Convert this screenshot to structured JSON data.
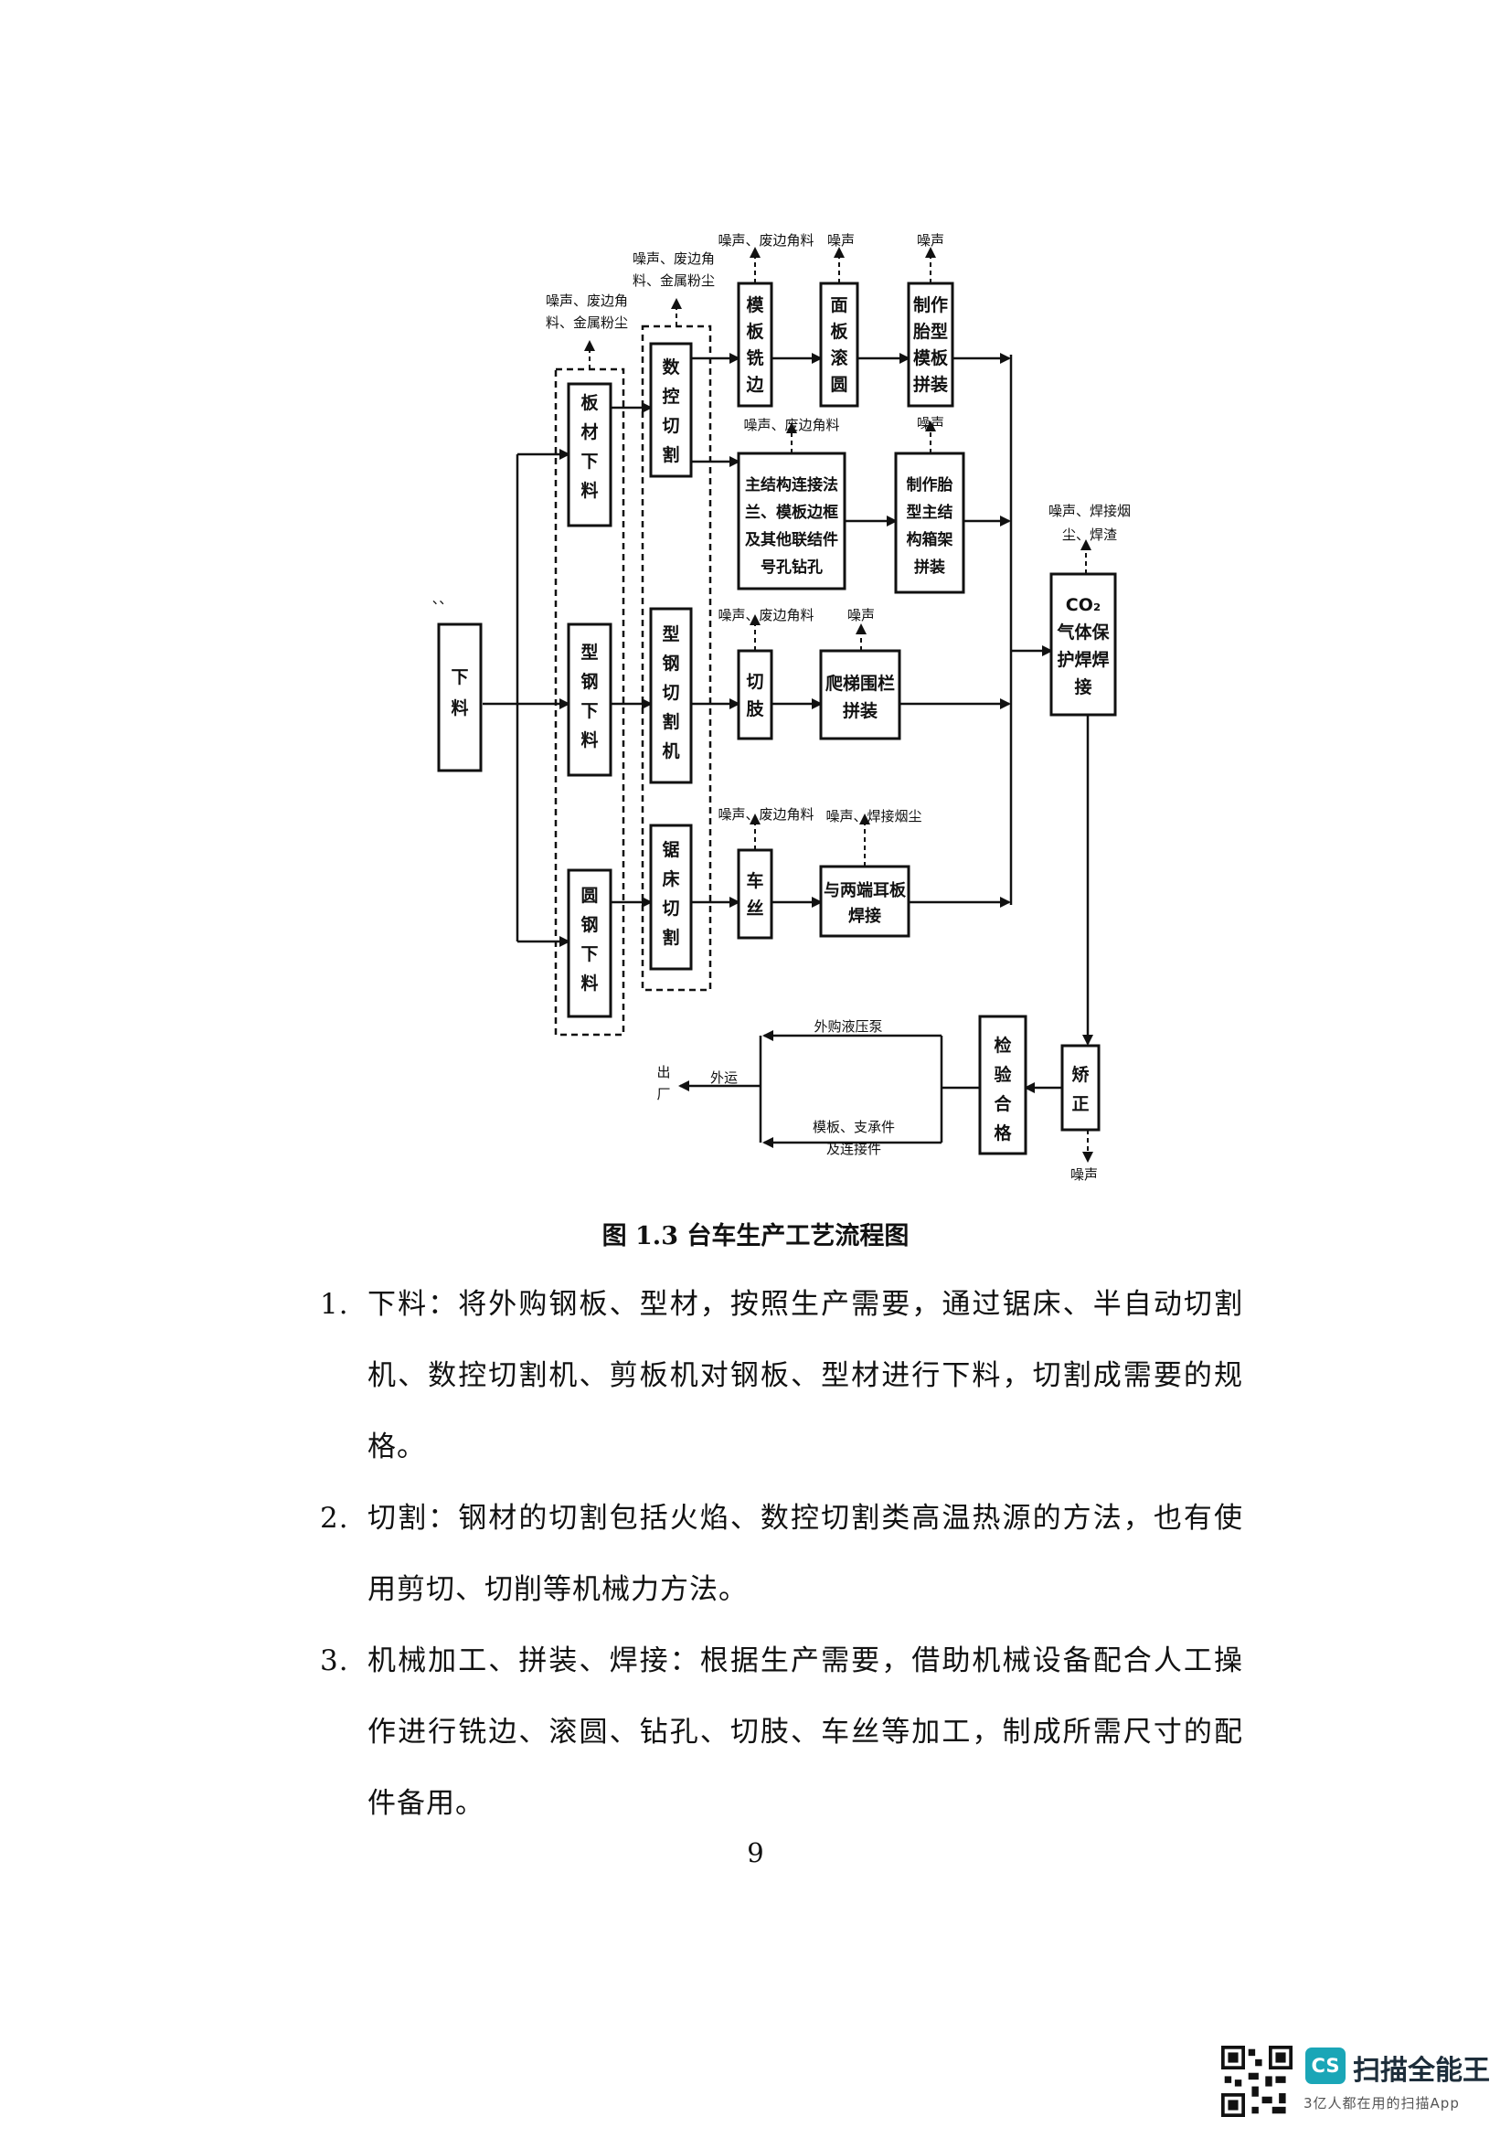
{
  "flowchart": {
    "nodes": {
      "xialiao": "下料",
      "bancai": "板材下料",
      "xinggang": "型钢下料",
      "yuangang": "圆钢下料",
      "shukong": "数控切割",
      "xgqg": "型钢切割机",
      "juchuang": "锯床切割",
      "hengban": "模板铣边",
      "mianban": "面板滚圆",
      "taixing": "制作胎型模板拼装",
      "zhujiegou": "主结构连接法兰、模板边框及其他联结件号孔钻孔",
      "taixingzhu": "制作胎型主结构箱架拼装",
      "qiezhi": "切肢",
      "pati": "爬梯围栏拼装",
      "chesi": "车丝",
      "erban": "与两端耳板焊接",
      "co2": "CO₂气体保护焊焊接",
      "jiaozheng": "矫正",
      "jianyan": "检验合格"
    },
    "notes": {
      "n_bancai": [
        "噪声、废边角",
        "料、金属粉尘"
      ],
      "n_shukong": [
        "噪声、废边角",
        "料、金属粉尘"
      ],
      "n_hengban": "噪声、废边角料",
      "n_mianban": "噪声",
      "n_taixing": "噪声",
      "n_zhujiegou": "噪声、废边角料",
      "n_taixingzhu": "噪声",
      "n_qiezhi": "噪声、废边角料",
      "n_pati": "噪声",
      "n_chesi": "噪声、废边角料",
      "n_erban": "噪声、焊接烟尘",
      "n_co2": [
        "噪声、焊接烟",
        "尘、焊渣"
      ],
      "n_jiaozheng": "噪声"
    },
    "labels": {
      "waigou": "外购液压泵",
      "muban": [
        "模板、支承件",
        "及连接件"
      ],
      "waiyun": "外运",
      "chuchang": "出厂",
      "stray": "、、"
    }
  },
  "caption": "图 1.3  台车生产工艺流程图",
  "paragraphs": [
    {
      "num": "1.",
      "text": "下料：将外购钢板、型材，按照生产需要，通过锯床、半自动切割机、数控切割机、剪板机对钢板、型材进行下料，切割成需要的规格。"
    },
    {
      "num": "2.",
      "text": "切割：钢材的切割包括火焰、数控切割类高温热源的方法，也有使用剪切、切削等机械力方法。"
    },
    {
      "num": "3.",
      "text": "机械加工、拼装、焊接：根据生产需要，借助机械设备配合人工操作进行铣边、滚圆、钻孔、切肢、车丝等加工，制成所需尺寸的配件备用。"
    }
  ],
  "page_number": "9",
  "watermark": {
    "logo": "CS",
    "name": "扫描全能王",
    "tagline": "3亿人都在用的扫描App"
  }
}
